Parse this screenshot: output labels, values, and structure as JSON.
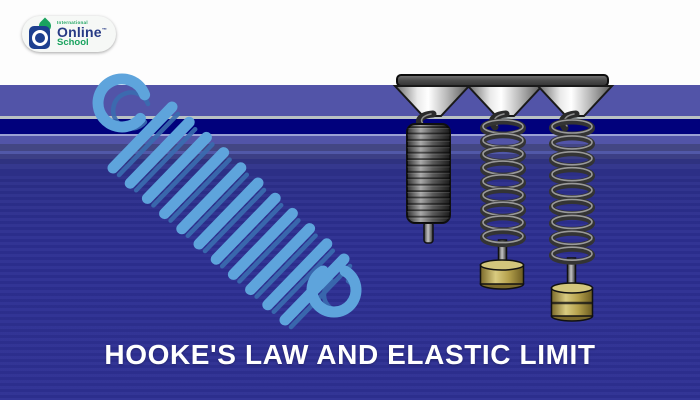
{
  "logo": {
    "small_label": "International",
    "name": "Online",
    "trademark": "™",
    "sub": "School"
  },
  "title": {
    "text": "HOOKE'S LAW AND ELASTIC LIMIT"
  },
  "colors": {
    "band_top": "#fdfdfd",
    "band_slate": "#5254a8",
    "band_navy": "#01017c",
    "background_main": "#2d2f92",
    "spring_blue": "#5ea4dc",
    "spring_blue_shadow": "#3a6db0",
    "metal_dark": "#3a3a3a",
    "weight_gold": "#b5a14c",
    "title_text": "#ffffff",
    "logo_blue": "#1d3f8f",
    "logo_green": "#1aa35f"
  },
  "illustration": {
    "left_icon": "coiled-spring-diagonal",
    "apparatus": "three-hanging-springs-demo",
    "spring_states": [
      "no-load",
      "one-weight",
      "two-weights"
    ]
  }
}
